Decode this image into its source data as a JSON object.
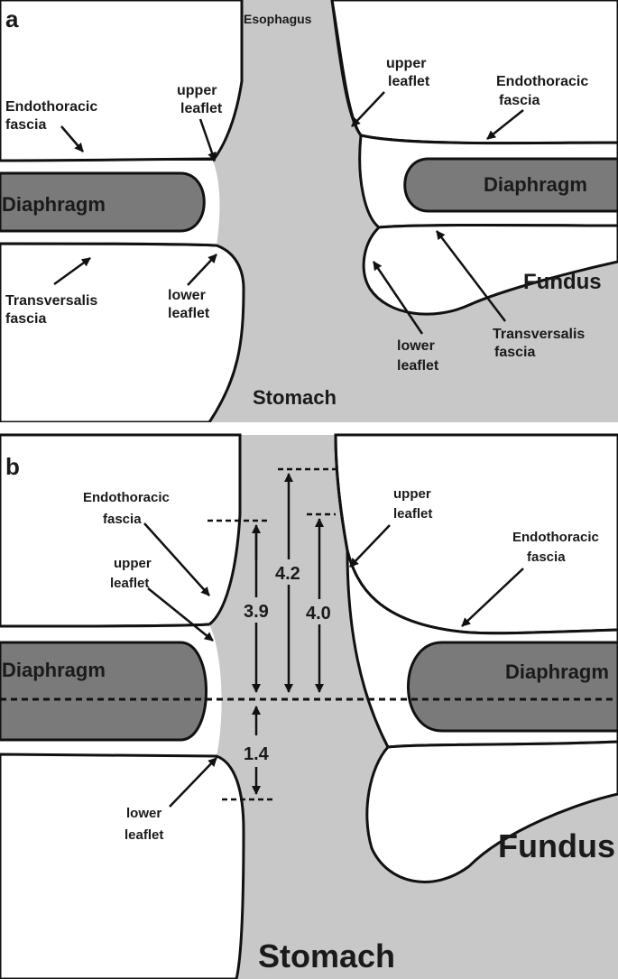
{
  "panel_a": {
    "panel_letter": "a",
    "esophagus": "Esophagus",
    "upper_leaflet_l_1": "upper",
    "upper_leaflet_l_2": "leaflet",
    "upper_leaflet_r_1": "upper",
    "upper_leaflet_r_2": "leaflet",
    "endo_l_1": "Endothoracic",
    "endo_l_2": "fascia",
    "endo_r_1": "Endothoracic",
    "endo_r_2": "fascia",
    "diaphragm_l": "Diaphragm",
    "diaphragm_r": "Diaphragm",
    "transv_l_1": "Transversalis",
    "transv_l_2": "fascia",
    "transv_r_1": "Transversalis",
    "transv_r_2": "fascia",
    "lower_leaflet_l_1": "lower",
    "lower_leaflet_l_2": "leaflet",
    "lower_leaflet_r_1": "lower",
    "lower_leaflet_r_2": "leaflet",
    "fundus": "Fundus",
    "stomach": "Stomach"
  },
  "panel_b": {
    "panel_letter": "b",
    "endo_l_1": "Endothoracic",
    "endo_l_2": "fascia",
    "upper_leaflet_l_1": "upper",
    "upper_leaflet_l_2": "leaflet",
    "upper_leaflet_r_1": "upper",
    "upper_leaflet_r_2": "leaflet",
    "endo_r_1": "Endothoracic",
    "endo_r_2": "fascia",
    "diaphragm_l": "Diaphragm",
    "diaphragm_r": "Diaphragm",
    "lower_leaflet_l_1": "lower",
    "lower_leaflet_l_2": "leaflet",
    "fundus": "Fundus",
    "stomach": "Stomach",
    "measurements": {
      "m_3_9": "3.9",
      "m_4_2": "4.2",
      "m_4_0": "4.0",
      "m_1_4": "1.4"
    }
  },
  "colors": {
    "tissue_gray": "#c8c8c8",
    "diaphragm_gray": "#7a7a7a",
    "outline": "#111111"
  }
}
